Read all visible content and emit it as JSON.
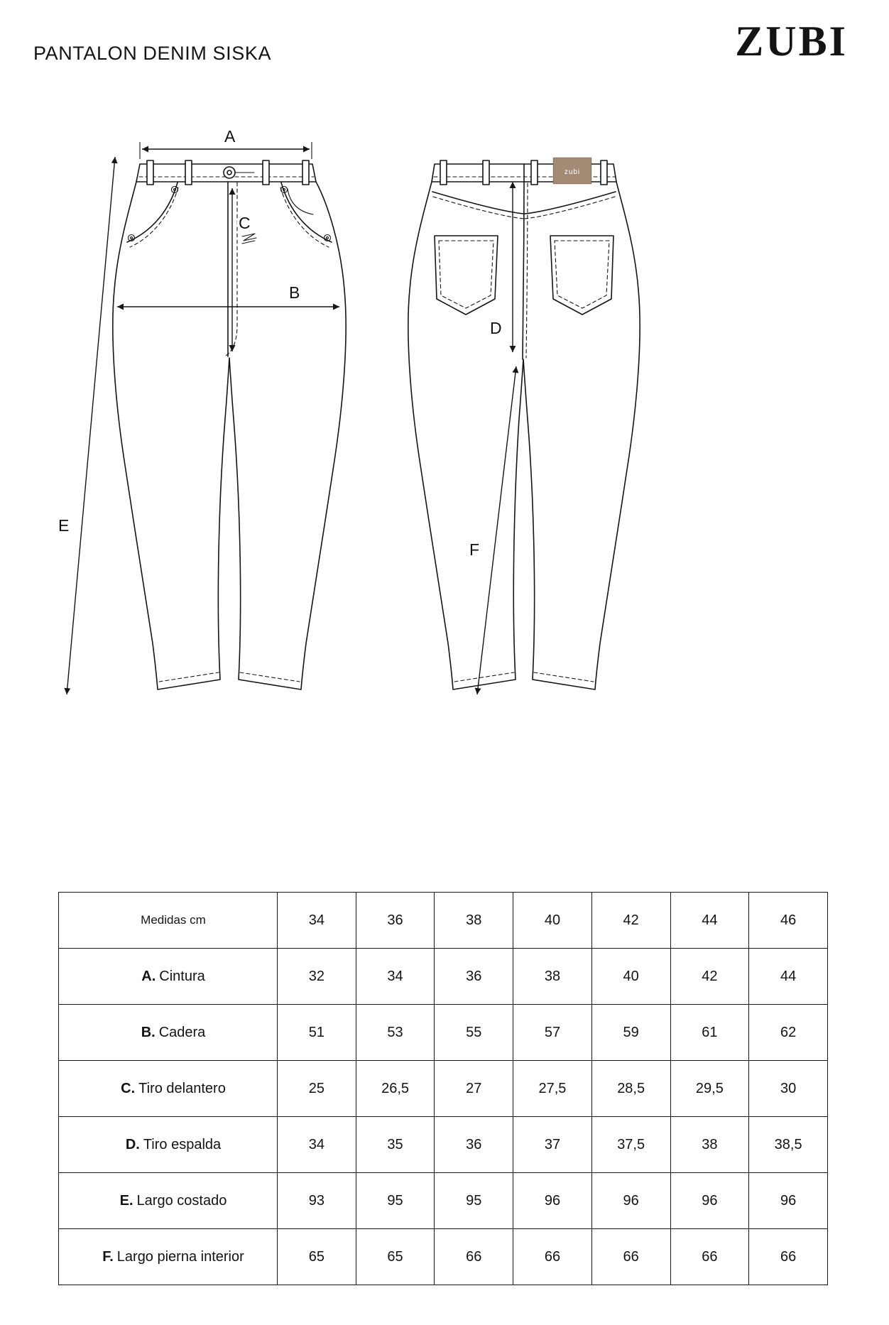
{
  "header": {
    "product_title": "PANTALON DENIM SISKA",
    "brand": "ZUBI"
  },
  "drawing": {
    "labels": {
      "A": "A",
      "B": "B",
      "C": "C",
      "D": "D",
      "E": "E",
      "F": "F"
    },
    "patch": {
      "text": "zubi",
      "color": "#a28a74"
    },
    "line_color": "#151515"
  },
  "table": {
    "header": {
      "label": "Medidas cm",
      "sizes": [
        "34",
        "36",
        "38",
        "40",
        "42",
        "44",
        "46"
      ]
    },
    "rows": [
      {
        "key": "A.",
        "label": "Cintura",
        "values": [
          "32",
          "34",
          "36",
          "38",
          "40",
          "42",
          "44"
        ]
      },
      {
        "key": "B.",
        "label": "Cadera",
        "values": [
          "51",
          "53",
          "55",
          "57",
          "59",
          "61",
          "62"
        ]
      },
      {
        "key": "C.",
        "label": "Tiro delantero",
        "values": [
          "25",
          "26,5",
          "27",
          "27,5",
          "28,5",
          "29,5",
          "30"
        ]
      },
      {
        "key": "D.",
        "label": "Tiro espalda",
        "values": [
          "34",
          "35",
          "36",
          "37",
          "37,5",
          "38",
          "38,5"
        ]
      },
      {
        "key": "E.",
        "label": "Largo costado",
        "values": [
          "93",
          "95",
          "95",
          "96",
          "96",
          "96",
          "96"
        ]
      },
      {
        "key": "F.",
        "label": "Largo pierna interior",
        "values": [
          "65",
          "65",
          "66",
          "66",
          "66",
          "66",
          "66"
        ]
      }
    ]
  }
}
